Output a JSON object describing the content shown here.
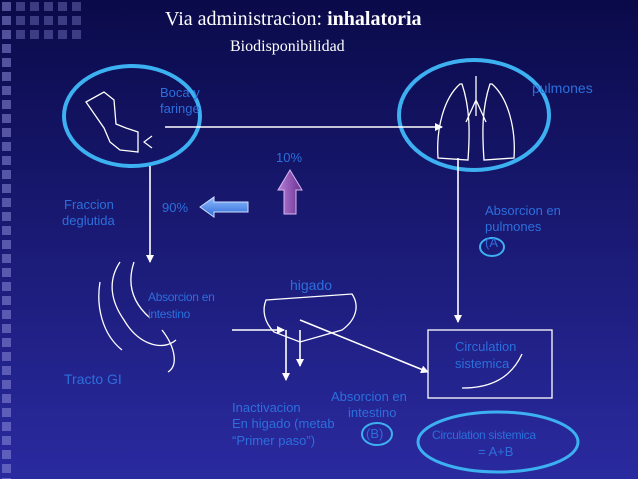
{
  "title": {
    "prefix": "Via administracion: ",
    "bold": "inhalatoria"
  },
  "subtitle": "Biodisponibilidad",
  "labels": {
    "boca": [
      "Boca y",
      "faringe"
    ],
    "pulmones": "pulmones",
    "ten_percent": "10%",
    "fraccion": [
      "Fraccion",
      "deglutida"
    ],
    "ninety_percent": "90%",
    "absorcion_pulmones": [
      "Absorcion en",
      "pulmones",
      "(A"
    ],
    "higado": "higado",
    "absorcion_intestino_box": [
      "Absorcion en",
      "intestino"
    ],
    "circulation": [
      "Circulation",
      "sistemica"
    ],
    "tracto": "Tracto GI",
    "absorcion_intestino_b": [
      "Absorcion en",
      "intestino"
    ],
    "b_marker": "(B)",
    "inactivacion": [
      "Inactivacion",
      "En higado (metab",
      "“Primer paso”)"
    ],
    "circulation_total": [
      "Circulation sistemica",
      "= A+B"
    ]
  },
  "colors": {
    "background_top": "#0a0a4a",
    "background_bottom": "#2a2aa0",
    "text_blue": "#2c6fdc",
    "ellipse_cyan": "#3cb0f0",
    "lines_white": "#ffffff",
    "arrow_purple": "#8a4fb0",
    "arrow_blue": "#3f7be0"
  }
}
